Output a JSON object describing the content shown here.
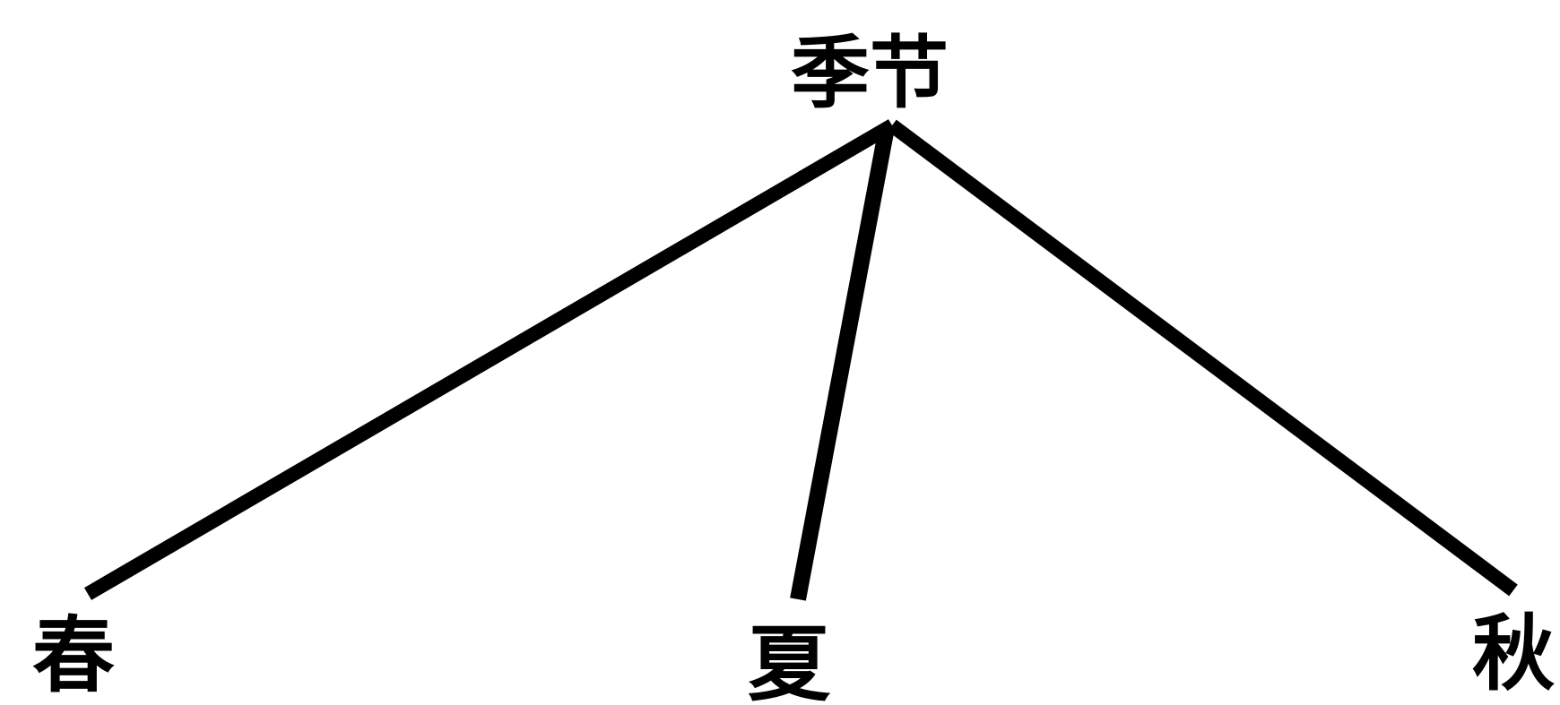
{
  "diagram": {
    "type": "tree",
    "root": {
      "label": "季节"
    },
    "children": [
      {
        "label": "春"
      },
      {
        "label": "夏"
      },
      {
        "label": "秋"
      }
    ]
  },
  "colors": {
    "line": "#000000",
    "text": "#000000",
    "background": "#ffffff"
  }
}
